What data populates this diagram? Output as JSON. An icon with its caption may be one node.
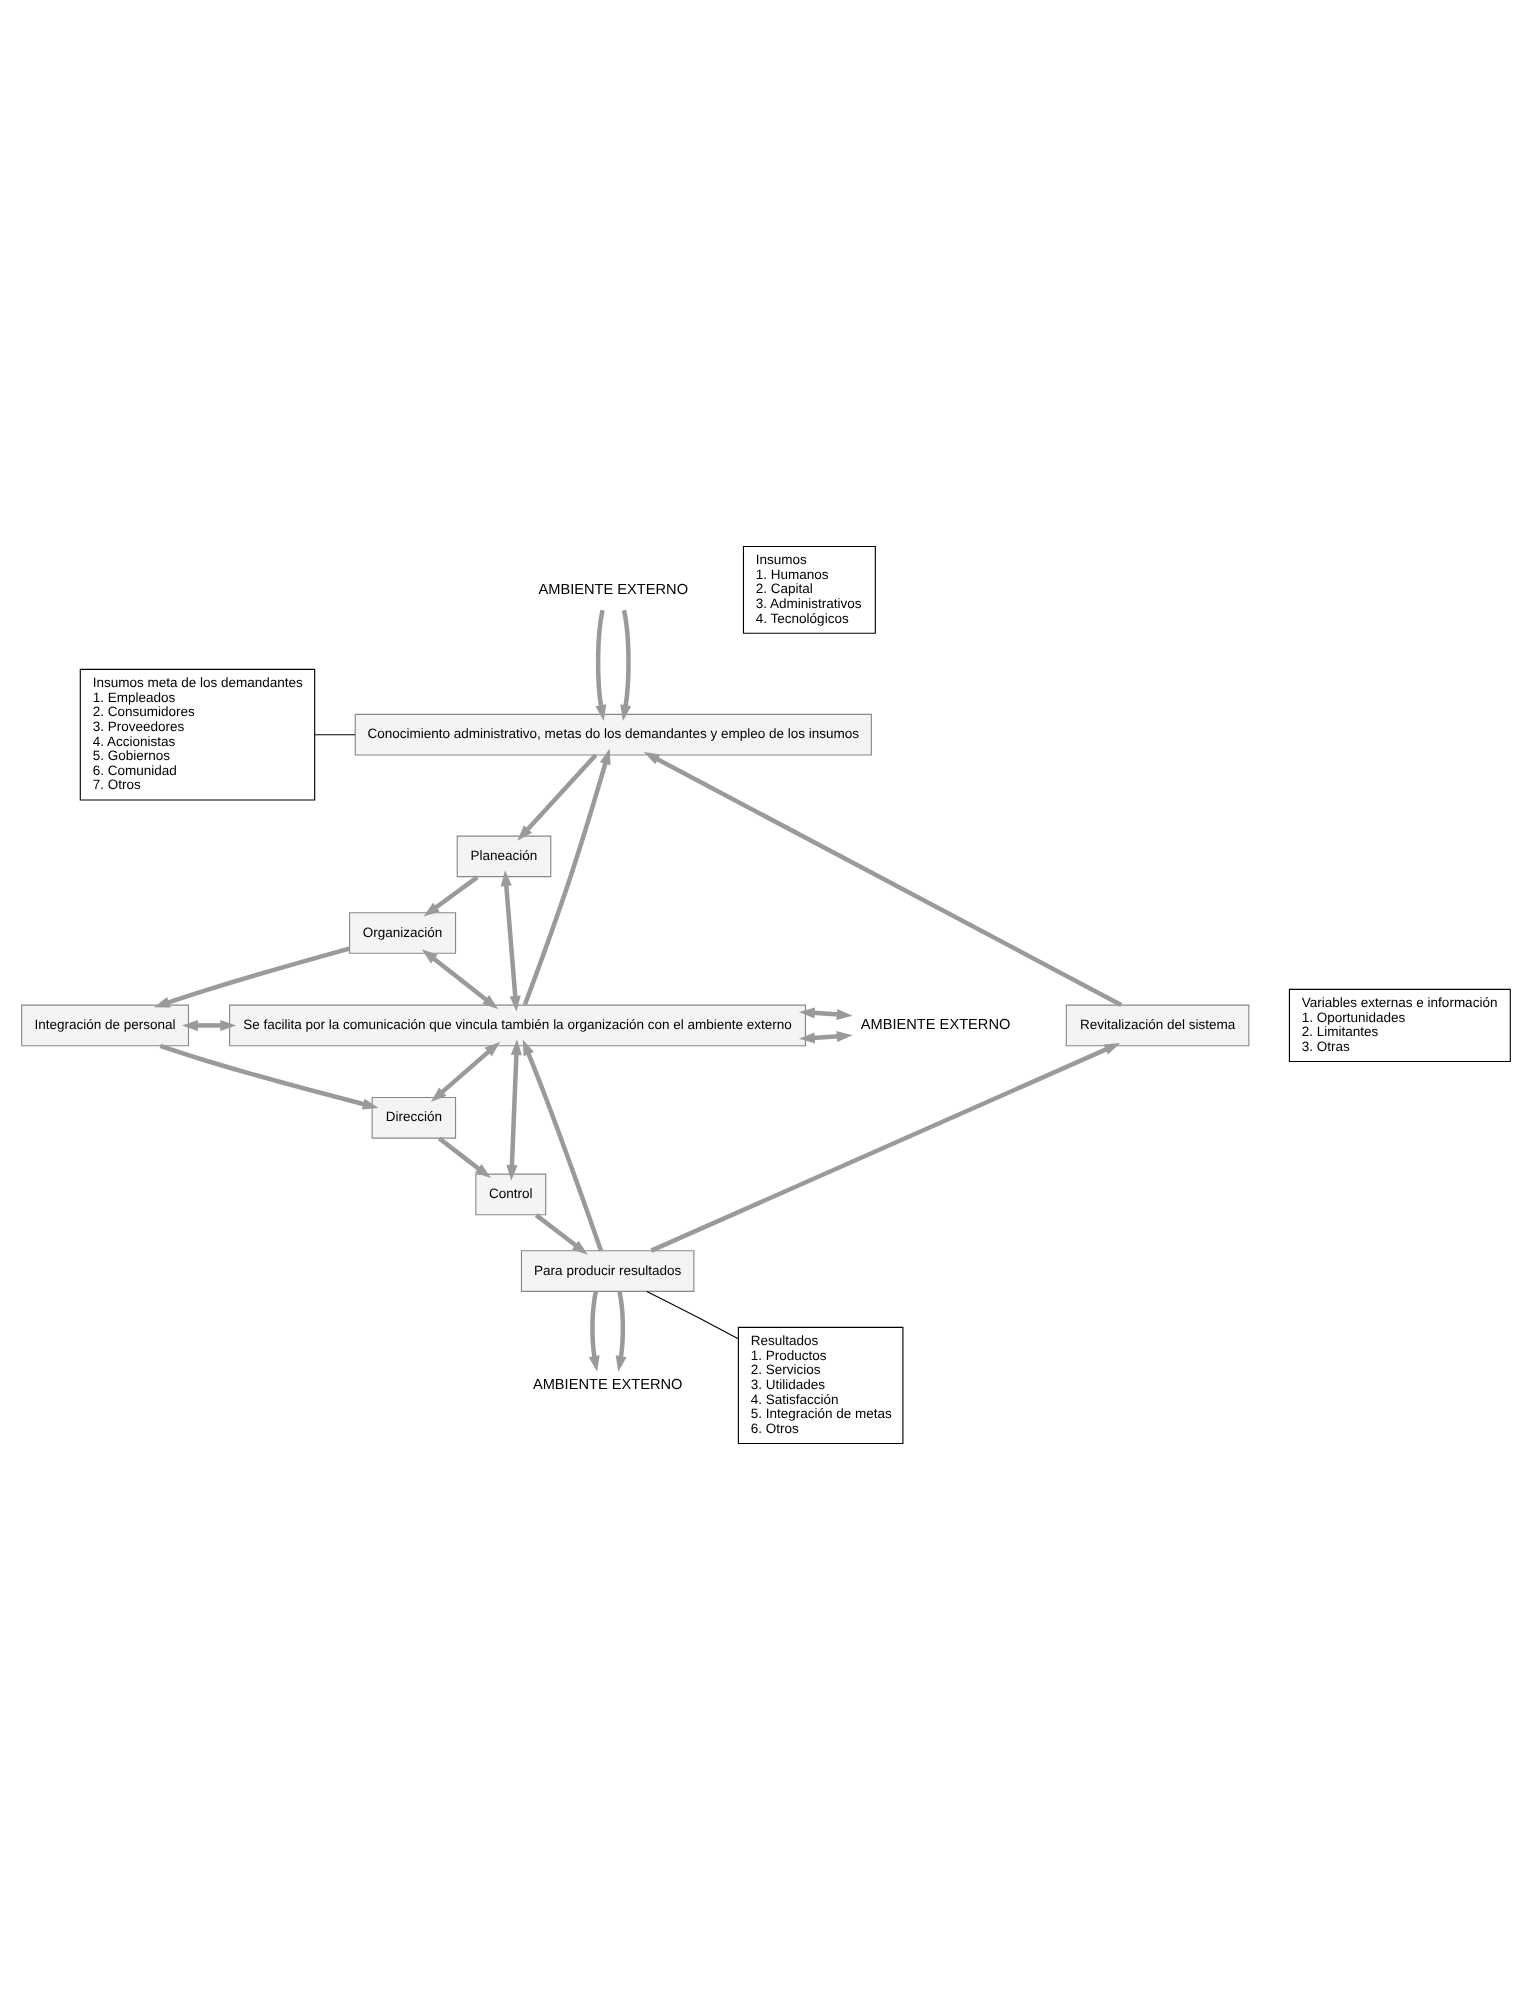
{
  "diagram": {
    "nodes": [
      {
        "text": [
          "AMBIENTE EXTERNO"
        ]
      },
      {
        "text": [
          "Insumos",
          "1. Humanos",
          "2. Capital",
          "3. Administrativos",
          "4. Tecnológicos"
        ]
      },
      {
        "text": [
          "Conocimiento administrativo, metas do los demandantes y empleo de los insumos"
        ]
      },
      {
        "text": [
          "Insumos meta de los demandantes",
          "1. Empleados",
          "2. Consumidores",
          "3. Proveedores",
          "4. Accionistas",
          "5. Gobiernos",
          "6. Comunidad",
          "7. Otros"
        ]
      },
      {
        "text": [
          "Planeación"
        ]
      },
      {
        "text": [
          "Organización"
        ]
      },
      {
        "text": [
          "Integración de personal"
        ]
      },
      {
        "text": [
          "Dirección"
        ]
      },
      {
        "text": [
          "Control"
        ]
      },
      {
        "text": [
          "Para producir resultados"
        ]
      },
      {
        "text": [
          "Resultados",
          "1. Productos",
          "2. Servicios",
          "3. Utilidades",
          "4. Satisfacción",
          "5. Integración de metas",
          "6. Otros"
        ]
      },
      {
        "text": [
          "AMBIENTE EXTERNO"
        ]
      },
      {
        "text": [
          "Se facilita por la comunicación que vincula también la organización con el ambiente externo"
        ]
      },
      {
        "text": [
          "Revitalización del sistema"
        ]
      },
      {
        "text": [
          "AMBIENTE EXTERNO"
        ]
      },
      {
        "text": [
          "Variables externas e información",
          "1. Oportunidades",
          "2. Limitantes",
          "3. Otras"
        ]
      }
    ],
    "edges": [
      {
        "from": 0,
        "to": 2,
        "arrow": "to"
      },
      {
        "from": 0,
        "to": 2,
        "arrow": "to"
      },
      {
        "from": 3,
        "to": 2,
        "arrow": "none",
        "color": "#000000"
      },
      {
        "from": 2,
        "to": 4,
        "arrow": "to"
      },
      {
        "from": 4,
        "to": 5,
        "arrow": "to"
      },
      {
        "from": 5,
        "to": 6,
        "arrow": "to"
      },
      {
        "from": 6,
        "to": 7,
        "arrow": "to"
      },
      {
        "from": 7,
        "to": 8,
        "arrow": "to"
      },
      {
        "from": 8,
        "to": 9,
        "arrow": "to"
      },
      {
        "from": 4,
        "to": 12,
        "arrow": "both"
      },
      {
        "from": 5,
        "to": 12,
        "arrow": "both"
      },
      {
        "from": 6,
        "to": 12,
        "arrow": "both"
      },
      {
        "from": 7,
        "to": 12,
        "arrow": "both"
      },
      {
        "from": 8,
        "to": 12,
        "arrow": "both"
      },
      {
        "from": 12,
        "to": 14,
        "arrow": "both"
      },
      {
        "from": 12,
        "to": 14,
        "arrow": "both"
      },
      {
        "from": 12,
        "to": 2,
        "arrow": "to"
      },
      {
        "from": 9,
        "to": 12,
        "arrow": "to"
      },
      {
        "from": 9,
        "to": 13,
        "arrow": "to"
      },
      {
        "from": 13,
        "to": 2,
        "arrow": "to"
      },
      {
        "from": 9,
        "to": 11,
        "arrow": "to"
      },
      {
        "from": 9,
        "to": 11,
        "arrow": "to"
      },
      {
        "from": 10,
        "to": 9,
        "arrow": "none",
        "color": "#000000"
      }
    ]
  }
}
